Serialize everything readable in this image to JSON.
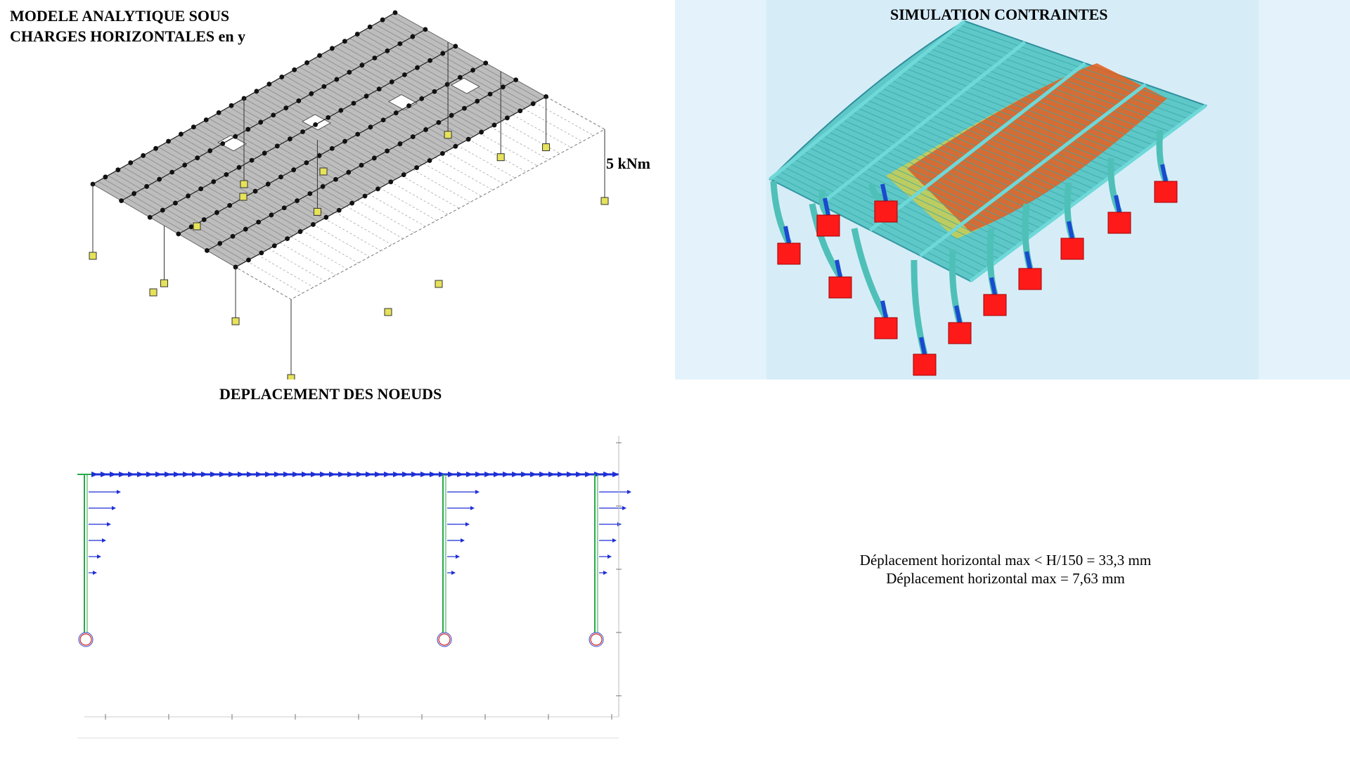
{
  "titles": {
    "model_line1": "MODELE ANALYTIQUE SOUS",
    "model_line2": "CHARGES HORIZONTALES en y",
    "simulation": "SIMULATION CONTRAINTES",
    "displacement": "DEPLACEMENT DES NOEUDS"
  },
  "load_label": "5 kNm",
  "results": {
    "line1": "Déplacement horizontal max < H/150 = 33,3 mm",
    "line2": "Déplacement horizontal max = 7,63 mm"
  },
  "colors": {
    "slab_fill": "#bdbdbd",
    "node": "#111111",
    "support": "#e6e25a",
    "sim_background": "#d6edf8",
    "sim_frame": "#5ec7c7",
    "stress_high": "#e03a1e",
    "stress_mid": "#f0d02a",
    "footing": "#ff1a1a",
    "vector": "#1f2fd6",
    "column_green": "#2aa84a"
  },
  "icons": {
    "support": "support-icon",
    "node": "node-icon",
    "arrow": "displacement-arrow-icon"
  }
}
